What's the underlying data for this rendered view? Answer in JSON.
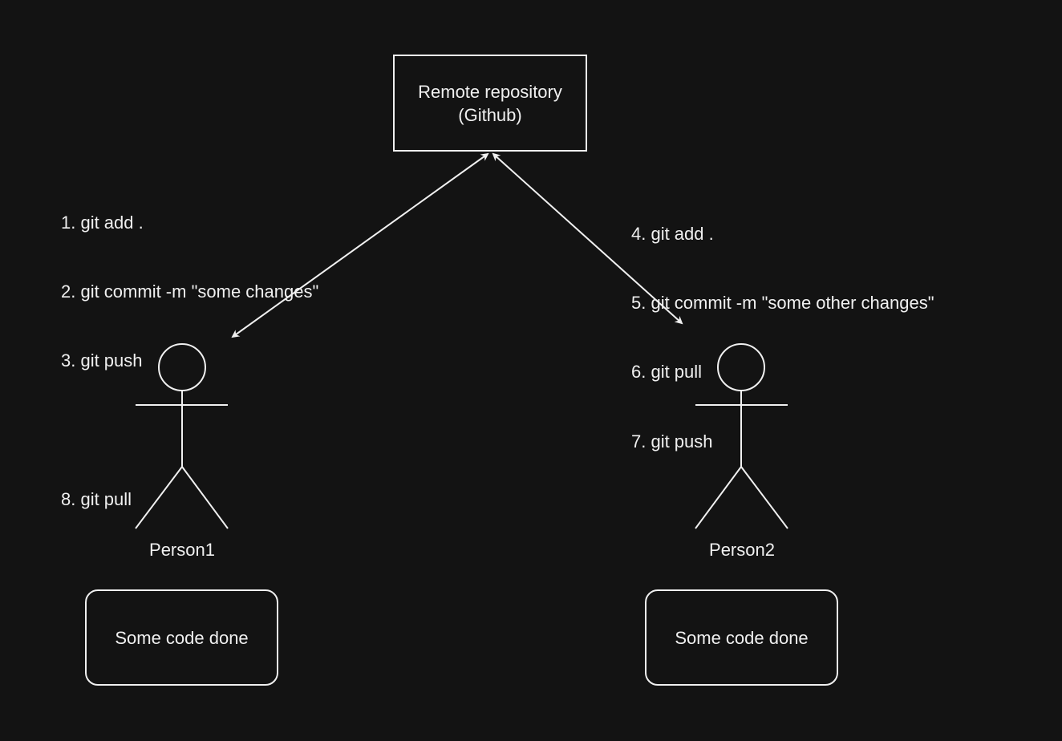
{
  "remote": {
    "line1": "Remote repository",
    "line2": "(Github)"
  },
  "person1": {
    "label": "Person1",
    "box": "Some code done",
    "steps": [
      "1. git add .",
      "2. git commit -m \"some changes\"",
      "3. git push",
      "",
      "8. git pull"
    ]
  },
  "person2": {
    "label": "Person2",
    "box": "Some code done",
    "steps": [
      "4. git add .",
      "5. git commit -m \"some other changes\"",
      "6. git pull",
      "7. git push"
    ]
  },
  "colors": {
    "background": "#131313",
    "stroke": "#f0f0f0"
  },
  "icons": [
    "person-figure-icon",
    "bidirectional-arrow"
  ]
}
